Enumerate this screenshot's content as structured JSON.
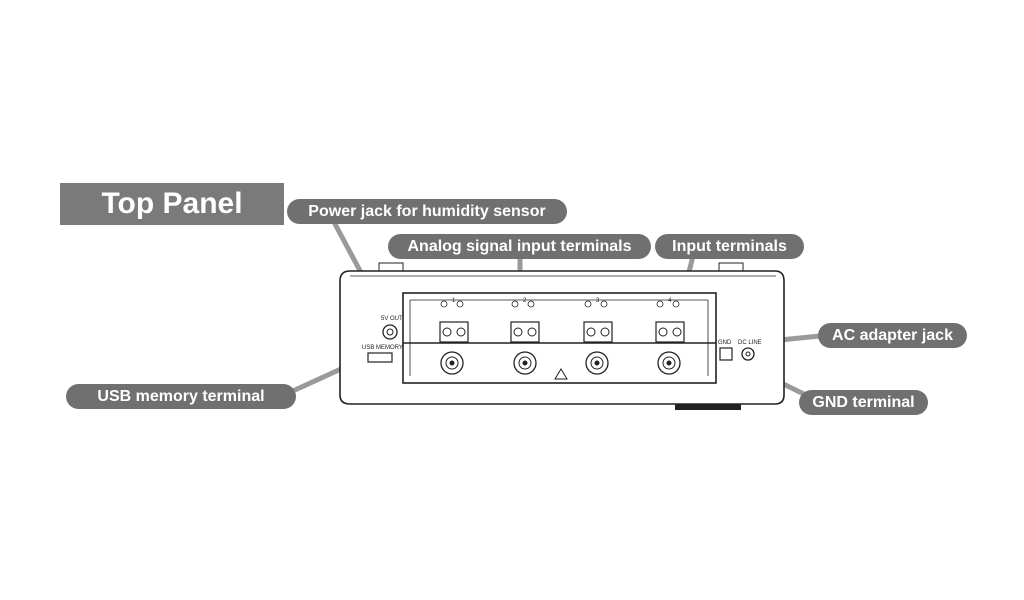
{
  "title": "Top Panel",
  "callouts": {
    "power_jack": "Power jack for humidity sensor",
    "analog_inputs": "Analog signal input terminals",
    "input_terminals": "Input terminals",
    "ac_adapter": "AC adapter jack",
    "usb_memory": "USB memory terminal",
    "gnd": "GND terminal"
  },
  "device_labels": {
    "five_v_out": "5V OUT",
    "usb_memory": "USB MEMORY",
    "gnd": "GND",
    "dc_line": "DC LINE",
    "channels": [
      "1",
      "2",
      "3",
      "4"
    ]
  },
  "colors": {
    "pill": "#707070",
    "title_bg": "#7a7a7a",
    "leader": "#9a9a9a"
  }
}
